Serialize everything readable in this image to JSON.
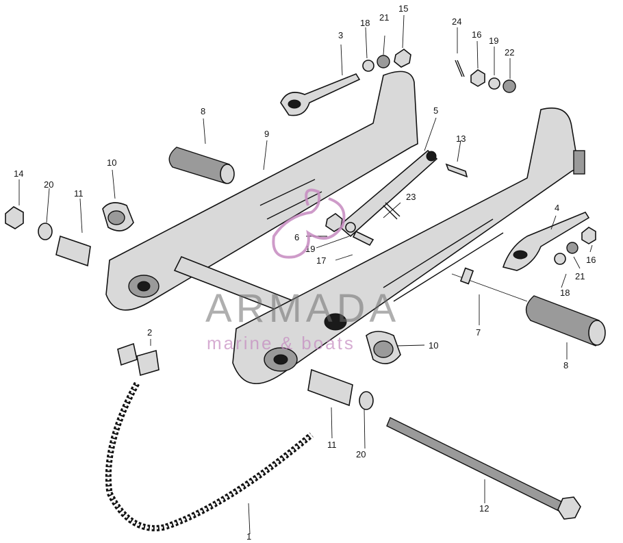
{
  "diagram": {
    "parts": [
      {
        "id": "label-1",
        "text": "1"
      },
      {
        "id": "label-2",
        "text": "2"
      },
      {
        "id": "label-3",
        "text": "3"
      },
      {
        "id": "label-4",
        "text": "4"
      },
      {
        "id": "label-5",
        "text": "5"
      },
      {
        "id": "label-6",
        "text": "6"
      },
      {
        "id": "label-7",
        "text": "7"
      },
      {
        "id": "label-8a",
        "text": "8"
      },
      {
        "id": "label-8b",
        "text": "8"
      },
      {
        "id": "label-9",
        "text": "9"
      },
      {
        "id": "label-10a",
        "text": "10"
      },
      {
        "id": "label-10b",
        "text": "10"
      },
      {
        "id": "label-11a",
        "text": "11"
      },
      {
        "id": "label-11b",
        "text": "11"
      },
      {
        "id": "label-12",
        "text": "12"
      },
      {
        "id": "label-13",
        "text": "13"
      },
      {
        "id": "label-14",
        "text": "14"
      },
      {
        "id": "label-15",
        "text": "15"
      },
      {
        "id": "label-16a",
        "text": "16"
      },
      {
        "id": "label-16b",
        "text": "16"
      },
      {
        "id": "label-17",
        "text": "17"
      },
      {
        "id": "label-18a",
        "text": "18"
      },
      {
        "id": "label-18b",
        "text": "18"
      },
      {
        "id": "label-19a",
        "text": "19"
      },
      {
        "id": "label-19b",
        "text": "19"
      },
      {
        "id": "label-20a",
        "text": "20"
      },
      {
        "id": "label-20b",
        "text": "20"
      },
      {
        "id": "label-21a",
        "text": "21"
      },
      {
        "id": "label-21b",
        "text": "21"
      },
      {
        "id": "label-22",
        "text": "22"
      },
      {
        "id": "label-23",
        "text": "23"
      },
      {
        "id": "label-24",
        "text": "24"
      }
    ]
  },
  "watermark": {
    "brand": "ARMADA",
    "tagline": "marine & boats",
    "color": "#c58ac0"
  }
}
